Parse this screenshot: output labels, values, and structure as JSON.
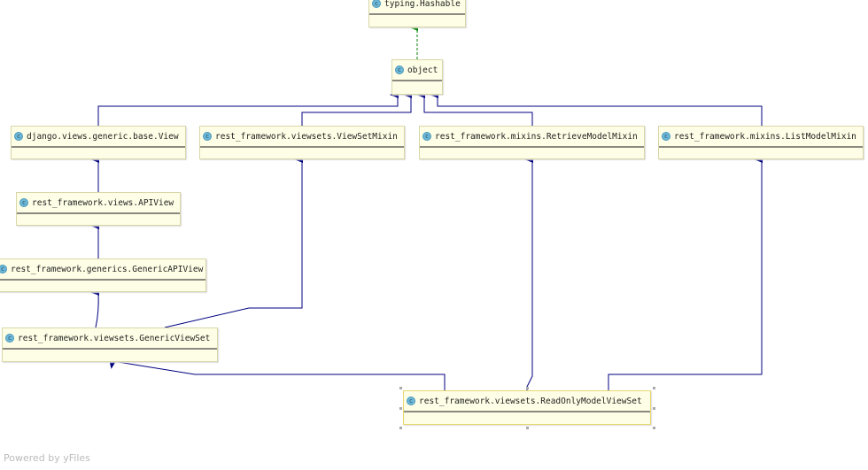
{
  "diagram": {
    "class_icon": "c",
    "nodes": {
      "hashable": "typing.Hashable",
      "object": "object",
      "view": "django.views.generic.base.View",
      "viewsetmixin": "rest_framework.viewsets.ViewSetMixin",
      "retrieve": "rest_framework.mixins.RetrieveModelMixin",
      "list": "rest_framework.mixins.ListModelMixin",
      "apiview": "rest_framework.views.APIView",
      "genericapiview": "rest_framework.generics.GenericAPIView",
      "genericviewset": "rest_framework.viewsets.GenericViewSet",
      "readonly": "rest_framework.viewsets.ReadOnlyModelViewSet"
    },
    "edge_color": "#000080",
    "realization_color": "#008000"
  },
  "footer": "Powered by yFiles"
}
